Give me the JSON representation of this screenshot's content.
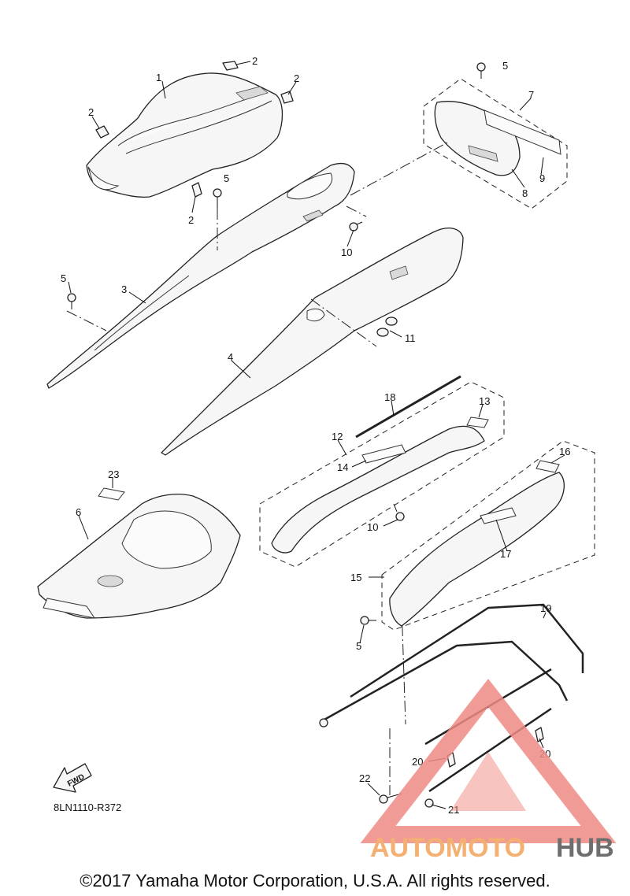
{
  "diagram": {
    "callouts": [
      {
        "id": "c1",
        "text": "1"
      },
      {
        "id": "c2a",
        "text": "2"
      },
      {
        "id": "c2b",
        "text": "2"
      },
      {
        "id": "c2c",
        "text": "2"
      },
      {
        "id": "c2d",
        "text": "2"
      },
      {
        "id": "c3",
        "text": "3"
      },
      {
        "id": "c4",
        "text": "4"
      },
      {
        "id": "c5a",
        "text": "5"
      },
      {
        "id": "c5b",
        "text": "5"
      },
      {
        "id": "c5c",
        "text": "5"
      },
      {
        "id": "c5d",
        "text": "5"
      },
      {
        "id": "c6",
        "text": "6"
      },
      {
        "id": "c7",
        "text": "7"
      },
      {
        "id": "c8",
        "text": "8"
      },
      {
        "id": "c9",
        "text": "9"
      },
      {
        "id": "c10a",
        "text": "10"
      },
      {
        "id": "c10b",
        "text": "10"
      },
      {
        "id": "c11",
        "text": "11"
      },
      {
        "id": "c12",
        "text": "12"
      },
      {
        "id": "c13",
        "text": "13"
      },
      {
        "id": "c14",
        "text": "14"
      },
      {
        "id": "c15",
        "text": "15"
      },
      {
        "id": "c16",
        "text": "16"
      },
      {
        "id": "c17",
        "text": "17"
      },
      {
        "id": "c18",
        "text": "18"
      },
      {
        "id": "c19",
        "text": "19"
      },
      {
        "id": "c20a",
        "text": "20"
      },
      {
        "id": "c20b",
        "text": "20"
      },
      {
        "id": "c21",
        "text": "21"
      },
      {
        "id": "c22",
        "text": "22"
      },
      {
        "id": "c23",
        "text": "23"
      }
    ],
    "fwd_label": "FWD",
    "diagram_code": "8LN1110-R372",
    "copyright": "©2017 Yamaha Motor Corporation, U.S.A. All rights reserved."
  },
  "watermark": {
    "text_part1": "AUTOMOTO",
    "text_part2": "HUB",
    "color_primary": "#f2a35a",
    "color_secondary": "#555555",
    "triangle_color": "#ef8a84"
  }
}
